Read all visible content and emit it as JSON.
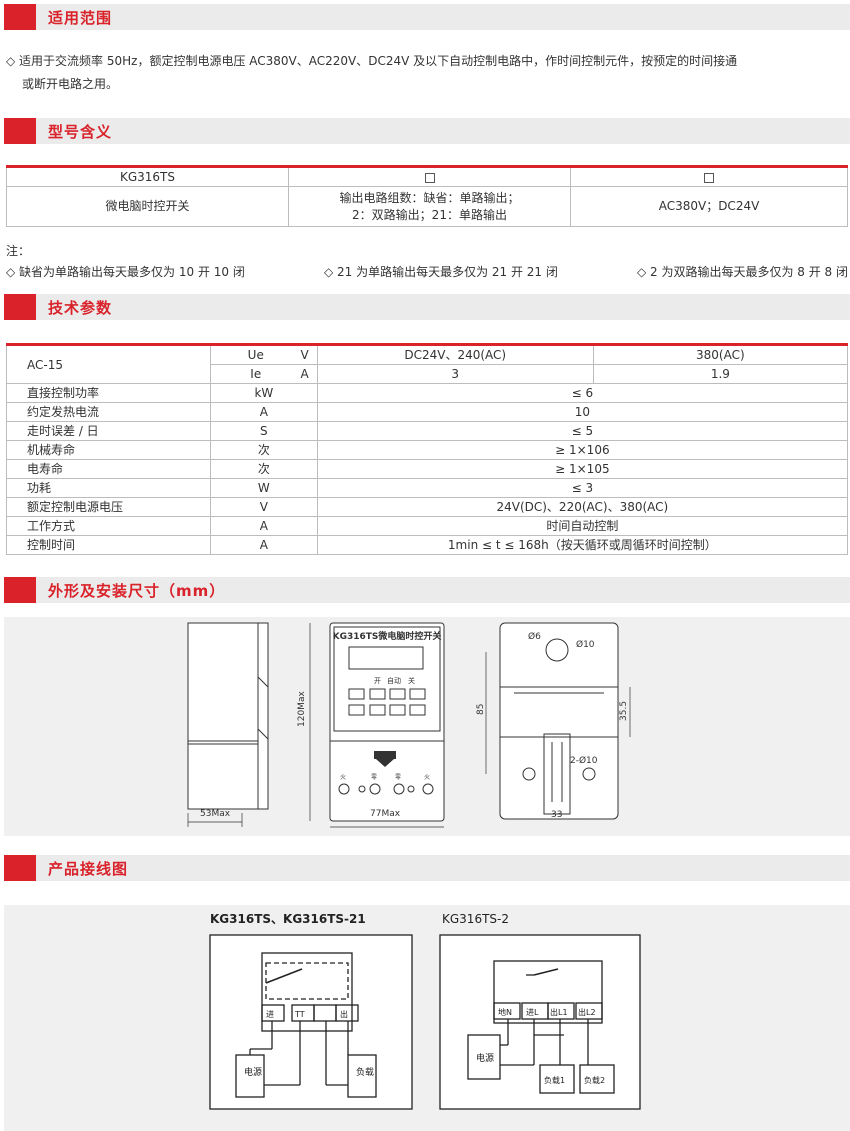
{
  "sections": {
    "scope": "适用范围",
    "model": "型号含义",
    "tech": "技术参数",
    "dims": "外形及安装尺寸（mm）",
    "wiring": "产品接线图"
  },
  "scope_text_line1": "◇ 适用于交流频率 50Hz，额定控制电源电压 AC380V、AC220V、DC24V 及以下自动控制电路中，作时间控制元件，按预定的时间接通",
  "scope_text_line2": "或断开电路之用。",
  "model_table": {
    "row1": [
      "KG316TS"
    ],
    "row2": [
      "微电脑时控开关",
      "输出电路组数：缺省：单路输出；",
      "2：双路输出；21：单路输出",
      "AC380V；DC24V"
    ]
  },
  "notes": {
    "label": "注：",
    "items": [
      "◇ 缺省为单路输出每天最多仅为 10 开 10 闭",
      "◇ 21 为单路输出每天最多仅为 21 开 21 闭",
      "◇ 2 为双路输出每天最多仅为 8 开 8 闭"
    ]
  },
  "spec_table": {
    "ac15": "AC-15",
    "ue_label": "Ue",
    "ue_unit": "V",
    "ie_label": "Ie",
    "ie_unit": "A",
    "ue_val1": "DC24V、240(AC)",
    "ue_val2": "380(AC)",
    "ie_val1": "3",
    "ie_val2": "1.9",
    "rows": [
      {
        "name": "直接控制功率",
        "unit": "kW",
        "value": "≤ 6"
      },
      {
        "name": "约定发热电流",
        "unit": "A",
        "value": "10"
      },
      {
        "name": "走时误差 / 日",
        "unit": "S",
        "value": "≤ 5"
      },
      {
        "name": "机械寿命",
        "unit": "次",
        "value": "≥ 1×106"
      },
      {
        "name": "电寿命",
        "unit": "次",
        "value": "≥ 1×105"
      },
      {
        "name": "功耗",
        "unit": "W",
        "value": "≤ 3"
      },
      {
        "name": "额定控制电源电压",
        "unit": "V",
        "value": "24V(DC)、220(AC)、380(AC)"
      },
      {
        "name": "工作方式",
        "unit": "A",
        "value": "时间自动控制"
      },
      {
        "name": "控制时间",
        "unit": "A",
        "value": "1min ≤ t ≤ 168h（按天循环或周循环时间控制）"
      }
    ]
  },
  "dims": {
    "side_width": "53Max",
    "front_title": "KG316TS微电脑时控开关",
    "front_labels": [
      "开",
      "自动",
      "关"
    ],
    "front_height": "120Max",
    "front_width": "77Max",
    "bottom_labels": [
      "火",
      "零",
      "零",
      "火"
    ],
    "back_hole1": "Ø6",
    "back_hole2": "Ø10",
    "back_hole3": "2-Ø10",
    "back_h85": "85",
    "back_h355": "35.5",
    "back_w33": "33"
  },
  "wiring": {
    "diagram1_title": "KG316TS、KG316TS-21",
    "diagram1_terms": [
      "进",
      "TT",
      "",
      "出"
    ],
    "diagram1_power": "电源",
    "diagram1_load": "负载",
    "diagram2_title": "KG316TS-2",
    "diagram2_terms": [
      "地N",
      "进L",
      "出L1",
      "出L2"
    ],
    "diagram2_power": "电源",
    "diagram2_load1": "负载1",
    "diagram2_load2": "负载2"
  }
}
